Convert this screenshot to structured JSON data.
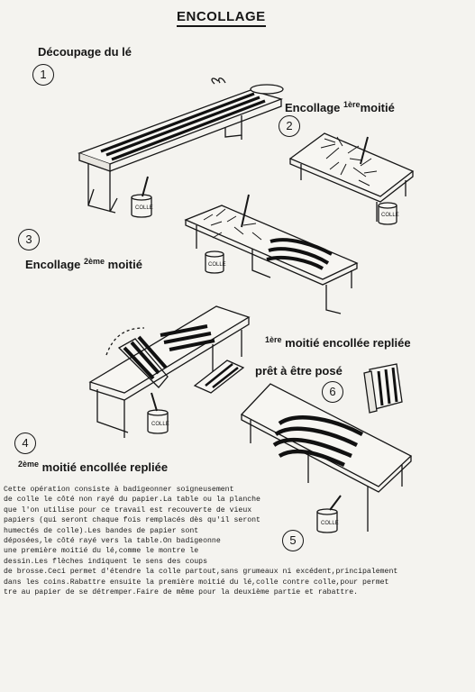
{
  "title": "ENCOLLAGE",
  "steps": [
    {
      "number": "1",
      "label": "Découpage du lé"
    },
    {
      "number": "2",
      "label_prefix": "Encollage ",
      "label_sup": "1ère",
      "label_suffix": "moitié"
    },
    {
      "number": "3",
      "label_prefix": "Encollage ",
      "label_sup": "2ème",
      "label_suffix": " moitié"
    },
    {
      "number": "4",
      "label_prefix": "",
      "label_sup": "2ème",
      "label_suffix": " moitié encollée repliée"
    },
    {
      "number": "5",
      "label_prefix": "",
      "label_sup": "1ère",
      "label_suffix": " moitié encollée repliée"
    },
    {
      "number": "6",
      "label": "prêt à être posé"
    }
  ],
  "pot_label": "COLLE",
  "body_lines": [
    "Cette opération consiste à badigeonner soigneusement",
    "de colle le côté non rayé du papier.La table ou la planche",
    "que l'on utilise pour ce travail est recouverte de vieux",
    "papiers (qui seront chaque fois remplacés dès qu'il seront",
    "humectés de colle).Les bandes de papier sont",
    "déposées,le côté rayé vers la table.On badigeonne",
    "une première moitié du lé,comme le montre le",
    "dessin.Les flèches indiquent le sens des coups",
    "de brosse.Ceci permet d'étendre la colle partout,sans grumeaux ni excédent,principalement",
    "dans les coins.Rabattre ensuite la première moitié du lé,colle contre colle,pour permet",
    "tre au papier de se détremper.Faire de même pour la deuxième partie et rabattre."
  ]
}
